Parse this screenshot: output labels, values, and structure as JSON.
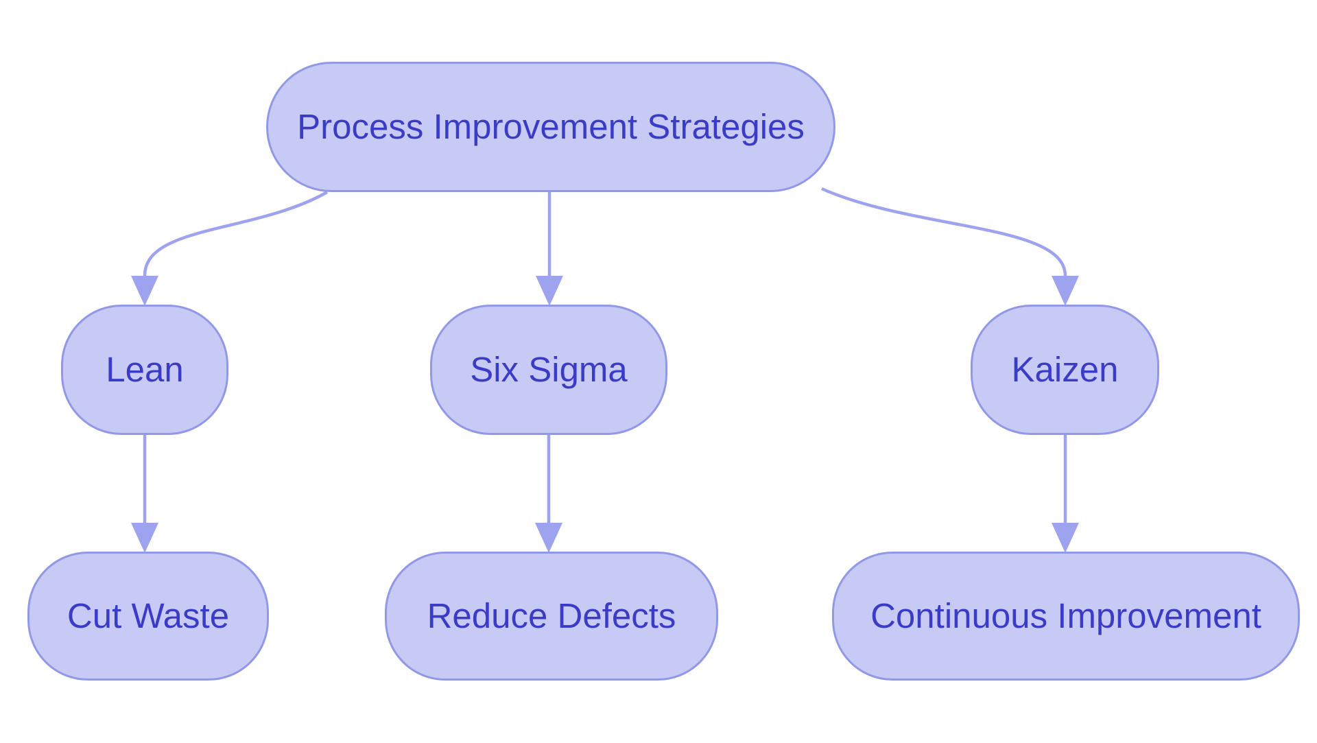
{
  "diagram": {
    "type": "flowchart",
    "direction": "top-down"
  },
  "nodes": {
    "root": {
      "label": "Process Improvement Strategies"
    },
    "lean": {
      "label": "Lean"
    },
    "six_sigma": {
      "label": "Six Sigma"
    },
    "kaizen": {
      "label": "Kaizen"
    },
    "cut_waste": {
      "label": "Cut Waste"
    },
    "reduce_defects": {
      "label": "Reduce Defects"
    },
    "continuous_improvement": {
      "label": "Continuous Improvement"
    }
  },
  "edges": [
    {
      "from": "Process Improvement Strategies",
      "to": "Lean"
    },
    {
      "from": "Process Improvement Strategies",
      "to": "Six Sigma"
    },
    {
      "from": "Process Improvement Strategies",
      "to": "Kaizen"
    },
    {
      "from": "Lean",
      "to": "Cut Waste"
    },
    {
      "from": "Six Sigma",
      "to": "Reduce Defects"
    },
    {
      "from": "Kaizen",
      "to": "Continuous Improvement"
    }
  ],
  "colors": {
    "background": "#ffffff",
    "node_fill": "#c8caf6",
    "node_border": "#9298e8",
    "arrow": "#9ea3f0",
    "text": "#3a3cc7"
  }
}
